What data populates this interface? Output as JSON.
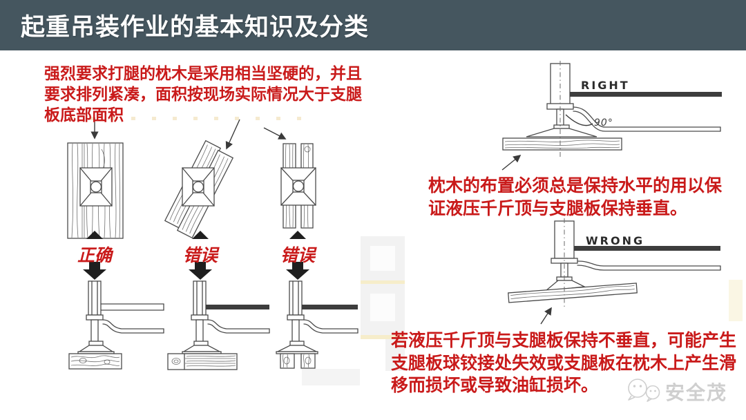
{
  "header": {
    "title": "起重吊装作业的基本知识及分类"
  },
  "notes": {
    "sleeper_requirement": "强烈要求打腿的枕木是采用相当坚硬的，并且要求排列紧凑，面积按现场实际情况大于支腿板底部面积",
    "horizontal_requirement": "枕木的布置必须总是保持水平的用以保证液压千斤顶与支腿板保持垂直。",
    "risk_warning": "若液压千斤顶与支腿板保持不垂直，可能产生支腿板球铰接处失效或支腿板在枕木上产生滑移而损坏或导致油缸损坏。"
  },
  "top_view_labels": [
    {
      "label": "正确"
    },
    {
      "label": "错误"
    },
    {
      "label": "错误"
    }
  ],
  "side_view_labels": {
    "right": "RIGHT",
    "wrong": "WRONG",
    "angle": "90°"
  },
  "watermark": {
    "brand": "安全茂",
    "icon": "wechat-bubbles-icon"
  },
  "colors": {
    "header_bg": "#45565f",
    "accent_red": "#c91a1a",
    "line_color": "#4a4a4a",
    "beam_dark": "#3d3d3d",
    "watermark_gray": "#cfcfcf"
  }
}
